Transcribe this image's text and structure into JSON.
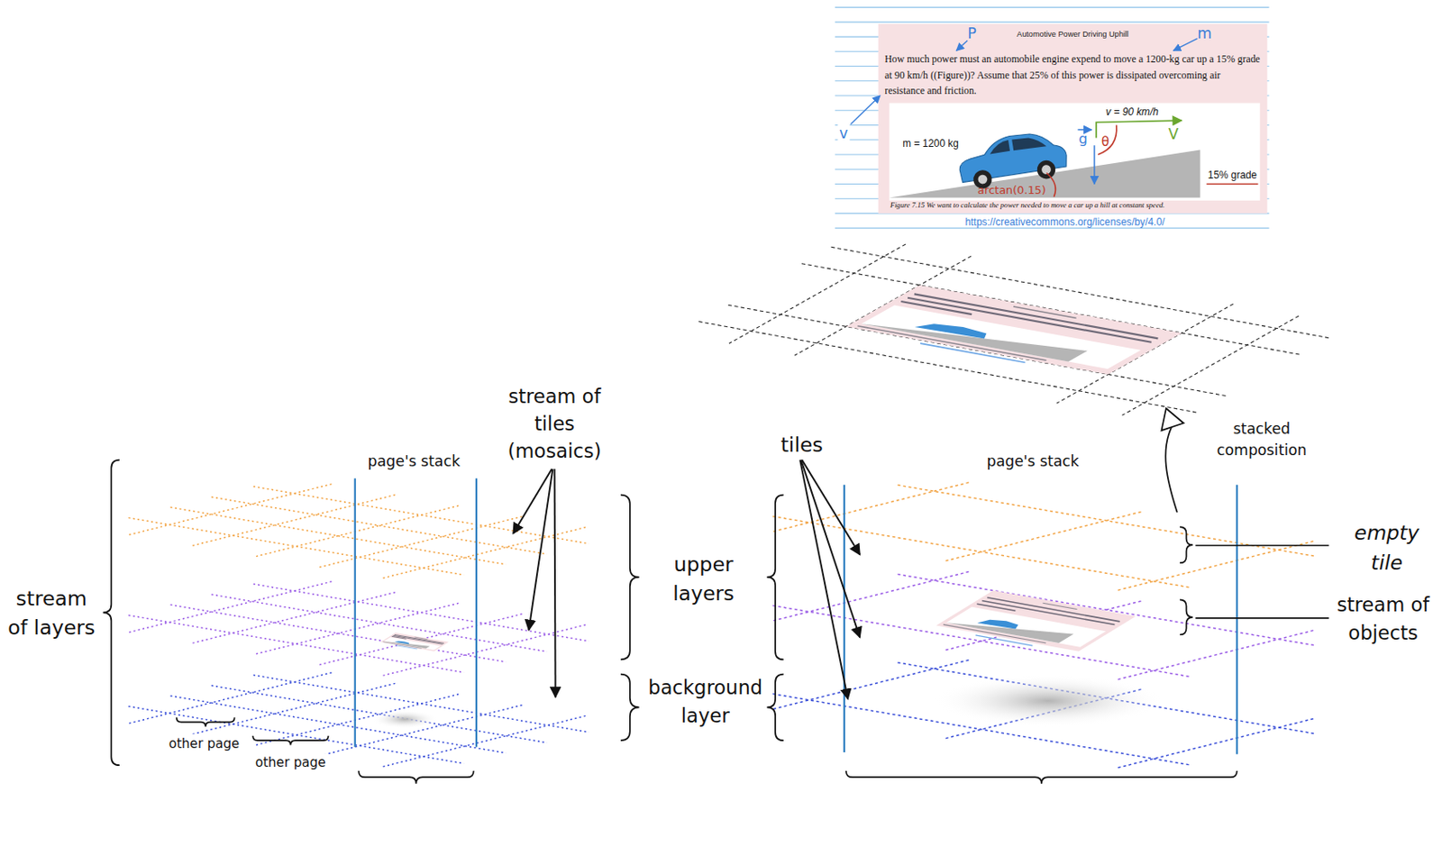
{
  "diagram": {
    "nodes": [
      {
        "text": [
          "Automotive Power Driving Uphill",
          "How much power must an automobile engine expend to move a 1200-kg car up a 15% grade at 90 km/h ((Figure))? Assume that 25% of this power is dissipated overcoming air resistance and friction.",
          "Figure 7.15 We want to calculate the power needed to move a car up a hill at constant speed."
        ]
      },
      {
        "text": [
          "v = 90 km/h",
          "m = 1200 kg",
          "15% grade"
        ],
        "in": 0
      }
    ],
    "labels": [
      "P",
      "m",
      "v",
      "g",
      "θ",
      "V",
      "arctan(0.15)",
      "https://creativecommons.org/licenses/by/4.0/",
      "page's stack",
      "stream of tiles (mosaics)",
      "stream of layers",
      "upper layers",
      "background layer",
      "other page",
      "other page",
      "page",
      "page's stack",
      "tiles",
      "stacked composition",
      "empty tile",
      "stream of objects",
      "page"
    ]
  }
}
